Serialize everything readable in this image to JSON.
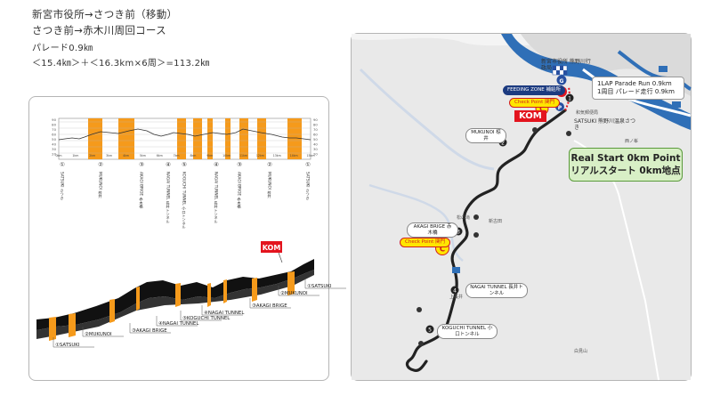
{
  "header": {
    "line1": "新宮市役所→さつき前（移動）",
    "line2": "さつき前→赤木川周回コース",
    "line3": "パレード0.9㎞",
    "line4": "＜15.4㎞＞＋＜16.3km×6周＞=113.2㎞"
  },
  "profile": {
    "y_ticks_left": [
      "90",
      "80",
      "70",
      "60",
      "50",
      "40",
      "30",
      "20"
    ],
    "y_ticks_right": [
      "90",
      "80",
      "70",
      "60",
      "50",
      "40",
      "30",
      "20"
    ],
    "km_marks": [
      "0km",
      "1km",
      "2km",
      "3km",
      "4km",
      "5km",
      "6km",
      "7km",
      "8km",
      "9km",
      "10km",
      "11km",
      "12km",
      "13km",
      "14km",
      "15km"
    ],
    "bottom_labels": [
      {
        "num": "①",
        "text": "SATSUKI さつき"
      },
      {
        "num": "②",
        "text": "MUKUNOI 椋井"
      },
      {
        "num": "③",
        "text": "AKAGI BRIGE 赤木橋"
      },
      {
        "num": "④",
        "text": "NAGAI TUNNEL 長井トンネル"
      },
      {
        "num": "⑤",
        "text": "KOGUCHI TUNNEL 小口トンネル"
      },
      {
        "num": "④",
        "text": "NAGAI TUNNEL 長井トンネル"
      },
      {
        "num": "③",
        "text": "AKAGI BRIGE 赤木橋"
      },
      {
        "num": "②",
        "text": "MUKUNOI 椋井"
      },
      {
        "num": "①",
        "text": "SATSUKI さつき"
      }
    ]
  },
  "profile3d": {
    "kom": "KOM",
    "labels": [
      "①SATSUKI",
      "②MUKUNOI",
      "③AKAGI BRIGE",
      "④NAGAI TUNNEL",
      "⑤KOGUCHI TUNNEL",
      "④NAGAI TUNNEL",
      "③AKAGI BRIGE",
      "②MUKUNOI",
      "①SATSUKI"
    ]
  },
  "map": {
    "lap_line1": "1LAP Parade Run 0.9km",
    "lap_line2": "1周目 パレード走行 0.9km",
    "real_start_line1": "Real Start 0km Point",
    "real_start_line2": "リアルスタート 0km地点",
    "feeding_zone": "FEEDING ZONE 補給所",
    "check_point_1": "Check Point 関門",
    "check_point_2": "Check Point 関門",
    "kom": "KOM",
    "city_hall": "新宮市役所 熊野川行政局",
    "satsuki": "SATSUKI 熊野川温泉さつき",
    "mukunoi": "MUKUNOI 椋井",
    "akagi": "AKAGI BRIGE 赤木橋",
    "nagai": "NAGAI TUNNEL 長井トンネル",
    "koguchi": "KOGUCHI TUNNEL 小口トンネル",
    "marker_c": "C",
    "marker_s": "S",
    "marker_g": "G",
    "marker_p": "P",
    "point_nums": [
      "①",
      "②",
      "③",
      "④",
      "⑤"
    ],
    "place_misc": [
      "和気郵便局",
      "西ノ峯",
      "松の滝",
      "新古田",
      "上長井",
      "白見山"
    ]
  },
  "colors": {
    "orange": "#f59a1b",
    "kom_red": "#e3141e",
    "river_blue": "#2f6fb7",
    "real_start_green": "#d8efc6",
    "check_yellow": "#ffe600"
  }
}
